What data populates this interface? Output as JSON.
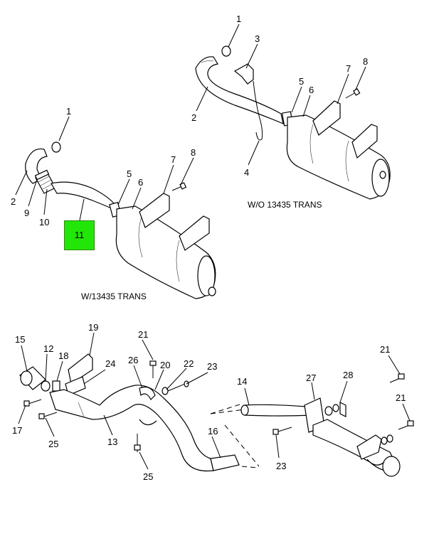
{
  "captions": {
    "upper_right": "W/O 13435 TRANS",
    "upper_left": "W/13435 TRANS"
  },
  "highlighted_callout": "11",
  "callouts_upper_right": [
    "1",
    "3",
    "7",
    "8",
    "5",
    "6",
    "2",
    "4"
  ],
  "callouts_upper_left": [
    "1",
    "2",
    "9",
    "10",
    "5",
    "6",
    "7",
    "8"
  ],
  "callouts_lower_left": [
    "19",
    "21",
    "15",
    "12",
    "18",
    "24",
    "26",
    "20",
    "22",
    "23",
    "17",
    "25",
    "13",
    "16",
    "25"
  ],
  "callouts_lower_right": [
    "21",
    "14",
    "27",
    "28",
    "21",
    "23"
  ],
  "footer": {
    "left": "",
    "right": ""
  },
  "colors": {
    "highlight_fill": "#22e608",
    "line": "#000000",
    "background": "#ffffff"
  }
}
